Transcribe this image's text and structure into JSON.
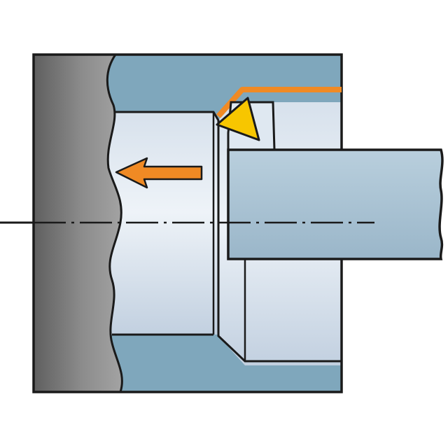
{
  "diagram": {
    "kind": "boring-operation-illustration",
    "colors": {
      "background": "#ffffff",
      "outline": "#1a1a1a",
      "workpiece_section": "#7fa7bc",
      "bore_light": "#e6edf5",
      "bore_mid": "#c4d2e2",
      "chuck_gray": "#8a8a8a",
      "chuck_dark": "#5e5e5e",
      "boring_bar": "#a8c2d3",
      "insert_yellow": "#f7c600",
      "cutting_path": "#f08a24",
      "feed_arrow": "#f08a24"
    },
    "parts": {
      "chuck": "gray-chuck-face",
      "workpiece": "sectioned-workpiece",
      "bore": "machined-bore",
      "boring_bar": "boring-bar",
      "insert": "triangular-insert",
      "feed_direction": "left",
      "centerline": "dash-dot-axis"
    }
  }
}
